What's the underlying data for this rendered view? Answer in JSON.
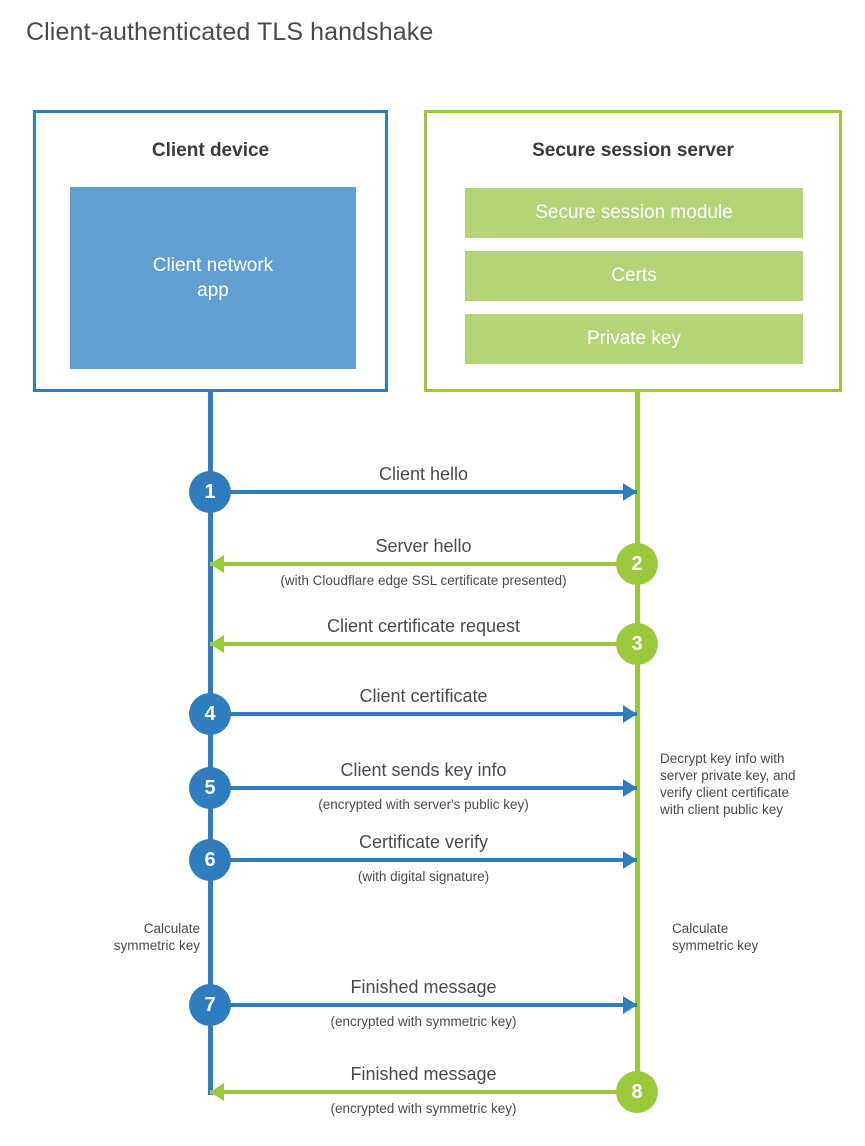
{
  "title": "Client-authenticated TLS handshake",
  "colors": {
    "client_blue": "#2F7DBF",
    "client_app_fill": "#619FD3",
    "server_green": "#9ACA3C",
    "server_bar_fill": "#B5D477",
    "text_gray": "#4a4a4a"
  },
  "client": {
    "title": "Client device",
    "app_label": "Client network\napp"
  },
  "server": {
    "title": "Secure session server",
    "bars": [
      {
        "label": "Secure session module"
      },
      {
        "label": "Certs"
      },
      {
        "label": "Private key"
      }
    ]
  },
  "steps": [
    {
      "number": "1",
      "direction": "client-to-server",
      "color": "blue",
      "main_label": "Client hello",
      "sub_label": ""
    },
    {
      "number": "2",
      "direction": "server-to-client",
      "color": "green",
      "main_label": "Server hello",
      "sub_label": "(with Cloudflare edge SSL certificate presented)"
    },
    {
      "number": "3",
      "direction": "server-to-client",
      "color": "green",
      "main_label": "Client certificate request",
      "sub_label": ""
    },
    {
      "number": "4",
      "direction": "client-to-server",
      "color": "blue",
      "main_label": "Client certificate",
      "sub_label": ""
    },
    {
      "number": "5",
      "direction": "client-to-server",
      "color": "blue",
      "main_label": "Client sends key info",
      "sub_label": "(encrypted with server's public key)"
    },
    {
      "number": "6",
      "direction": "client-to-server",
      "color": "blue",
      "main_label": "Certificate verify",
      "sub_label": "(with digital signature)"
    },
    {
      "number": "7",
      "direction": "client-to-server",
      "color": "blue",
      "main_label": "Finished message",
      "sub_label": "(encrypted with symmetric key)"
    },
    {
      "number": "8",
      "direction": "server-to-client",
      "color": "green",
      "main_label": "Finished message",
      "sub_label": "(encrypted with symmetric key)"
    }
  ],
  "notes": {
    "server_decrypt": "Decrypt key info with\nserver private key, and\nverify client certificate\nwith client public key",
    "client_calculate": "Calculate\nsymmetric key",
    "server_calculate": "Calculate\nsymmetric key"
  }
}
